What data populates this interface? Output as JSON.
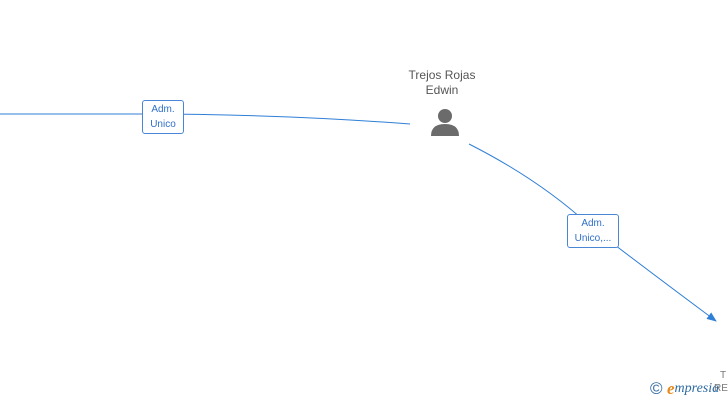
{
  "colors": {
    "edge": "#2f7fd6",
    "edge_label_border": "#4a86d6",
    "node_text": "#555555",
    "icon": "#6b6b6b",
    "watermark_brand": "#e8891b",
    "watermark_text": "#2e6aa3"
  },
  "nodes": [
    {
      "id": "trejos-rojas-edwin",
      "kind": "person",
      "icon": "person-icon",
      "label_lines": [
        "Trejos Rojas",
        "Edwin"
      ]
    }
  ],
  "edges": [
    {
      "id": "edge-left",
      "from": "offscreen-left",
      "to": "trejos-rojas-edwin",
      "label_lines": [
        "Adm.",
        "Unico"
      ],
      "arrow": false
    },
    {
      "id": "edge-right",
      "from": "trejos-rojas-edwin",
      "to": "offscreen-right",
      "label_lines": [
        "Adm.",
        "Unico,..."
      ],
      "arrow": true
    }
  ],
  "offscreen_node_fragment": {
    "line1": "T",
    "line2": "RE"
  },
  "watermark": {
    "copyright": "©",
    "brand_initial": "e",
    "brand_rest": "mpresia"
  }
}
